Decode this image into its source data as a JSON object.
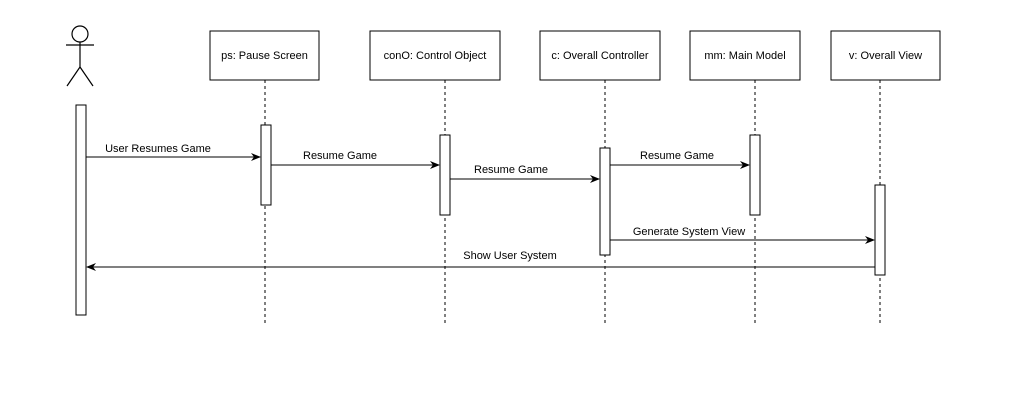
{
  "participants": [
    {
      "id": "ps",
      "label": "ps: Pause Screen"
    },
    {
      "id": "conO",
      "label": "conO: Control Object"
    },
    {
      "id": "c",
      "label": "c: Overall Controller"
    },
    {
      "id": "mm",
      "label": "mm: Main Model"
    },
    {
      "id": "v",
      "label": "v: Overall View"
    }
  ],
  "messages": [
    {
      "from": "user",
      "to": "ps",
      "label": "User Resumes Game"
    },
    {
      "from": "ps",
      "to": "conO",
      "label": "Resume Game"
    },
    {
      "from": "conO",
      "to": "c",
      "label": "Resume Game"
    },
    {
      "from": "c",
      "to": "mm",
      "label": "Resume Game"
    },
    {
      "from": "c",
      "to": "v",
      "label": "Generate System View"
    },
    {
      "from": "v",
      "to": "user",
      "label": "Show User System"
    }
  ]
}
